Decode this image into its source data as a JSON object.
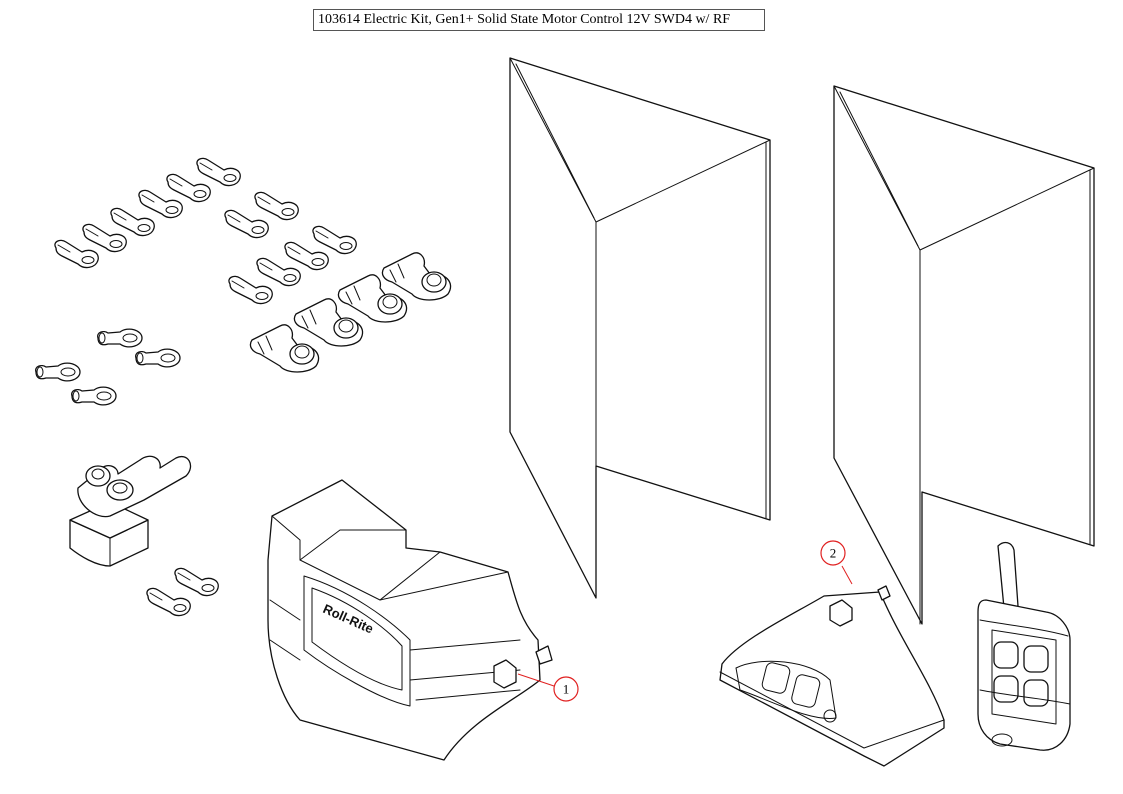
{
  "header": {
    "title": "103614 Electric Kit, Gen1+ Solid State Motor Control 12V SWD4 w/ RF"
  },
  "callouts": [
    {
      "label": "1",
      "ref": "motor-control-box"
    },
    {
      "label": "2",
      "ref": "receiver-unit"
    }
  ],
  "colors": {
    "callout": "#e02020",
    "line": "#111111"
  }
}
